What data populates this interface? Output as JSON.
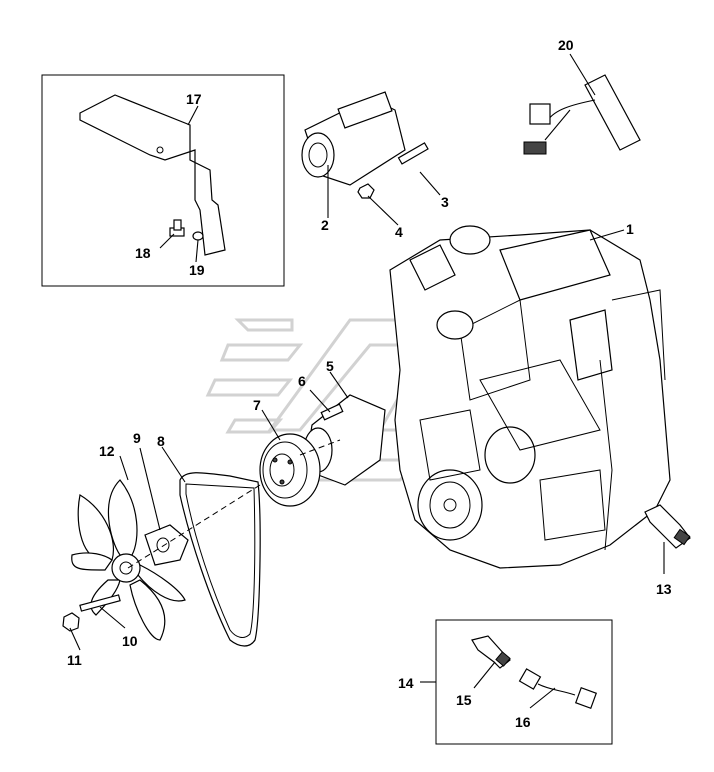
{
  "callouts": {
    "c1": "1",
    "c2": "2",
    "c3": "3",
    "c4": "4",
    "c5": "5",
    "c6": "6",
    "c7": "7",
    "c8": "8",
    "c9": "9",
    "c10": "10",
    "c11": "11",
    "c12": "12",
    "c13": "13",
    "c14": "14",
    "c15": "15",
    "c16": "16",
    "c17": "17",
    "c18": "18",
    "c19": "19",
    "c20": "20"
  },
  "colors": {
    "line": "#000000",
    "background": "#ffffff",
    "watermark": "#d2d2d2"
  }
}
